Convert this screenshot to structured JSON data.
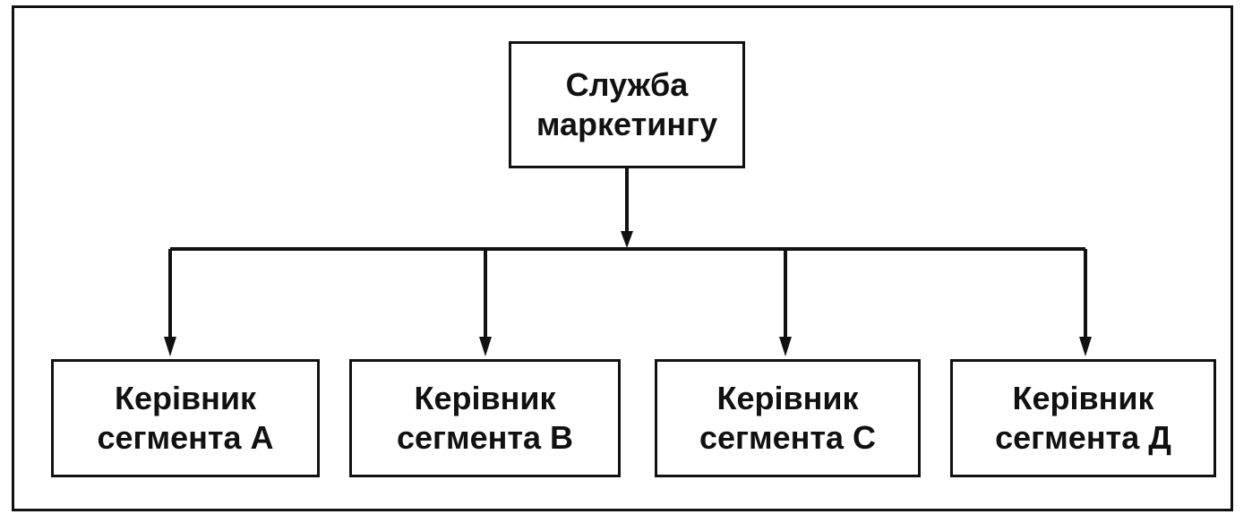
{
  "root": {
    "line1": "Служба",
    "line2": "маркетингу"
  },
  "children": [
    {
      "line1": "Керівник",
      "line2": "сегмента А"
    },
    {
      "line1": "Керівник",
      "line2": "сегмента В"
    },
    {
      "line1": "Керівник",
      "line2": "сегмента С"
    },
    {
      "line1": "Керівник",
      "line2": "сегмента Д"
    }
  ],
  "colors": {
    "stroke": "#111111",
    "background": "#ffffff"
  }
}
